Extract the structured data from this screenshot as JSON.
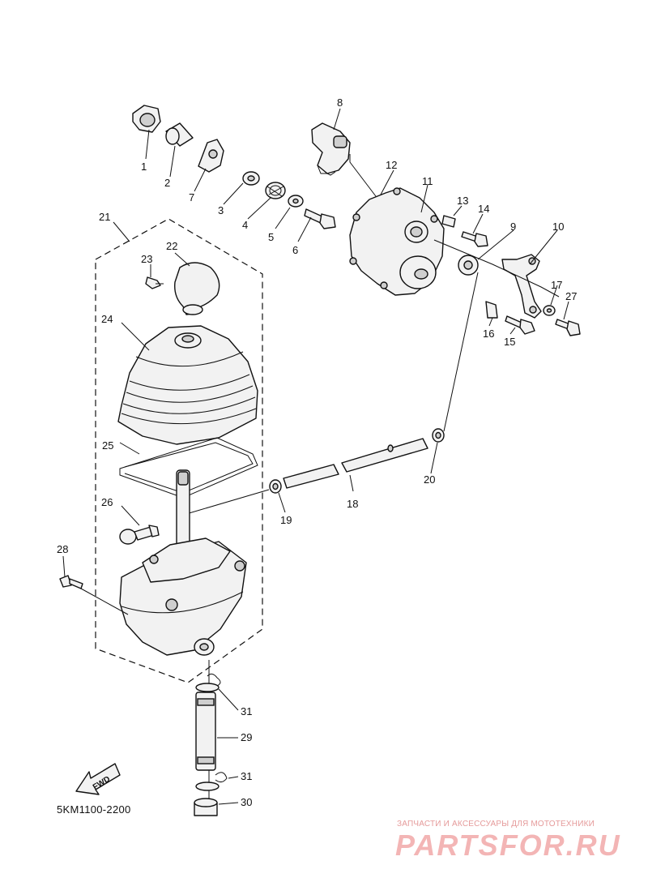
{
  "diagram": {
    "code": "5KM1100-2200",
    "fwd_label": "FWD",
    "watermark": {
      "caption": "ЗАПЧАСТИ И АКСЕССУАРЫ ДЛЯ МОТОТЕХНИКИ",
      "brand": "PARTSFOR.RU"
    },
    "callouts": [
      "1",
      "2",
      "3",
      "4",
      "5",
      "6",
      "7",
      "8",
      "9",
      "10",
      "11",
      "12",
      "13",
      "14",
      "15",
      "16",
      "17",
      "18",
      "19",
      "20",
      "21",
      "22",
      "23",
      "24",
      "25",
      "26",
      "27",
      "28",
      "29",
      "30",
      "31",
      "31"
    ]
  }
}
